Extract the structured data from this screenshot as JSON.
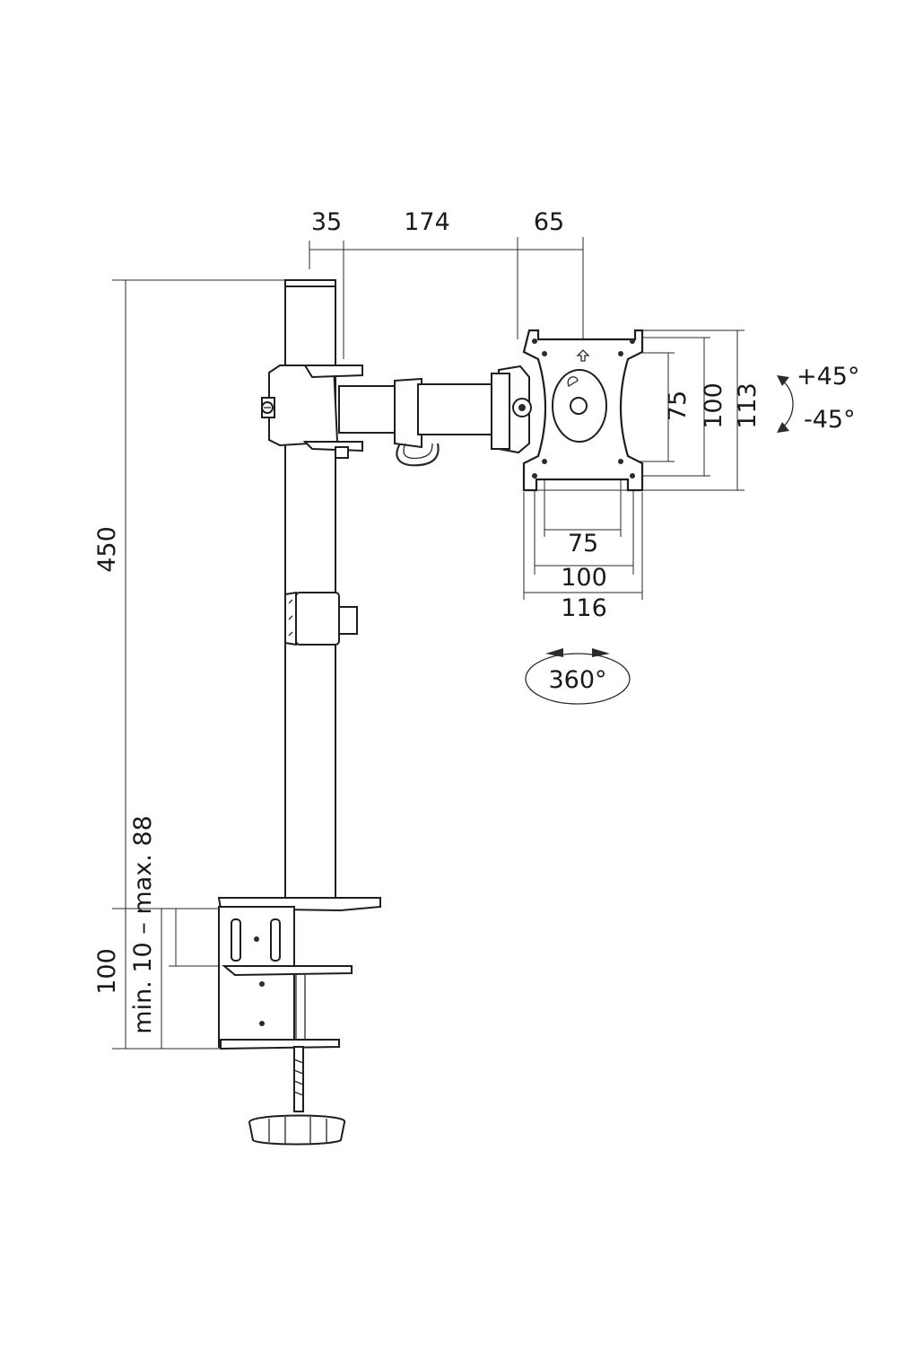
{
  "dimensions": {
    "top": {
      "clamp_offset": "35",
      "arm_length": "174",
      "plate_depth": "65"
    },
    "height_total": "450",
    "clamp_height": "100",
    "clamp_range": "min. 10 – max. 88",
    "vesa_vertical": {
      "small": "75",
      "medium": "100",
      "plate": "113"
    },
    "vesa_horizontal": {
      "small": "75",
      "medium": "100",
      "plate": "116"
    },
    "tilt": {
      "up": "+45°",
      "down": "-45°"
    },
    "rotation": "360°"
  }
}
